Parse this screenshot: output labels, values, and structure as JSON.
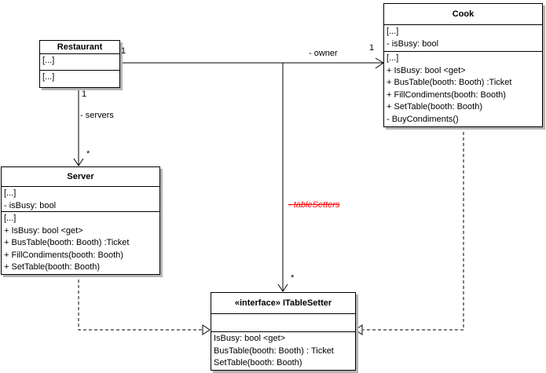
{
  "diagram": {
    "classes": {
      "restaurant": {
        "title": "Restaurant",
        "compartment1": [
          "[...]"
        ],
        "compartment2": [
          "[...]"
        ]
      },
      "cook": {
        "title": "Cook",
        "attributes": [
          "[...]",
          "- isBusy: bool"
        ],
        "operations": [
          "[...]",
          "+ IsBusy: bool <get>",
          "+ BusTable(booth: Booth) :Ticket",
          "+ FillCondiments(booth: Booth)",
          "+ SetTable(booth: Booth)",
          "- BuyCondiments()"
        ]
      },
      "server": {
        "title": "Server",
        "attributes": [
          "[...]",
          "- isBusy: bool"
        ],
        "operations": [
          "[...]",
          "+ IsBusy: bool <get>",
          "+ BusTable(booth: Booth) :Ticket",
          "+ FillCondiments(booth: Booth)",
          "+ SetTable(booth: Booth)"
        ]
      },
      "itablesetter": {
        "title": "«interface» ITableSetter",
        "attributes": [],
        "operations": [
          "IsBusy: bool <get>",
          "BusTable(booth: Booth) : Ticket",
          "SetTable(booth: Booth)"
        ]
      }
    },
    "associations": {
      "owner": {
        "label": "- owner",
        "source_multiplicity": "1",
        "target_multiplicity": "1"
      },
      "servers": {
        "label": "- servers",
        "source_multiplicity": "1",
        "target_multiplicity": "*"
      },
      "table_setters": {
        "label": "- tableSetters",
        "target_multiplicity": "*",
        "removed": true
      }
    },
    "colors": {
      "line": "#000000",
      "removed_label": "#ff0000",
      "box_fill": "#ffffff",
      "box_border": "#000000",
      "shadow": "#b4b4b4"
    }
  }
}
